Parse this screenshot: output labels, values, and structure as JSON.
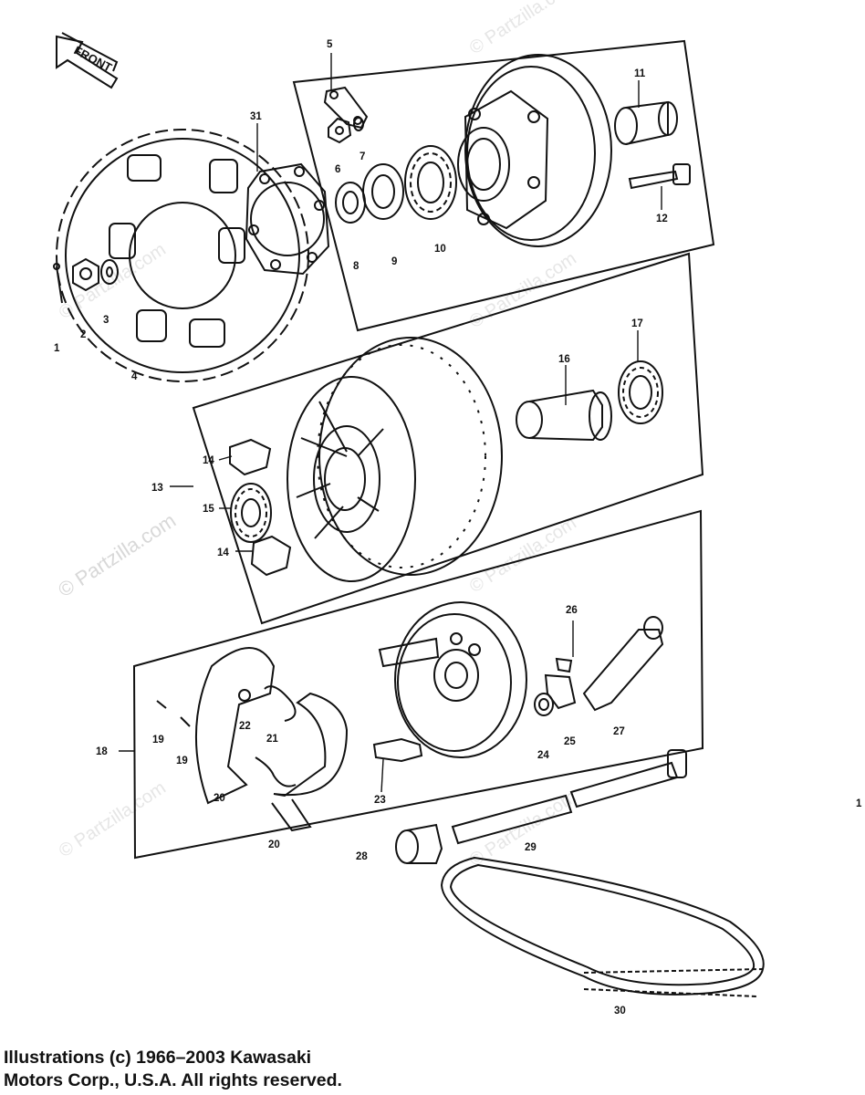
{
  "front_label": "FRONT",
  "callouts": [
    "1",
    "2",
    "3",
    "4",
    "5",
    "6",
    "7",
    "8",
    "9",
    "10",
    "11",
    "12",
    "13",
    "14",
    "14",
    "15",
    "16",
    "17",
    "18",
    "19",
    "19",
    "20",
    "20",
    "21",
    "22",
    "23",
    "24",
    "25",
    "26",
    "27",
    "28",
    "29",
    "30",
    "31"
  ],
  "page_marker": "1",
  "watermark_text": "© Partzilla.com",
  "copyright": {
    "line1": "Illustrations (c) 1966–2003 Kawasaki",
    "line2": "Motors Corp., U.S.A.  All rights reserved."
  }
}
